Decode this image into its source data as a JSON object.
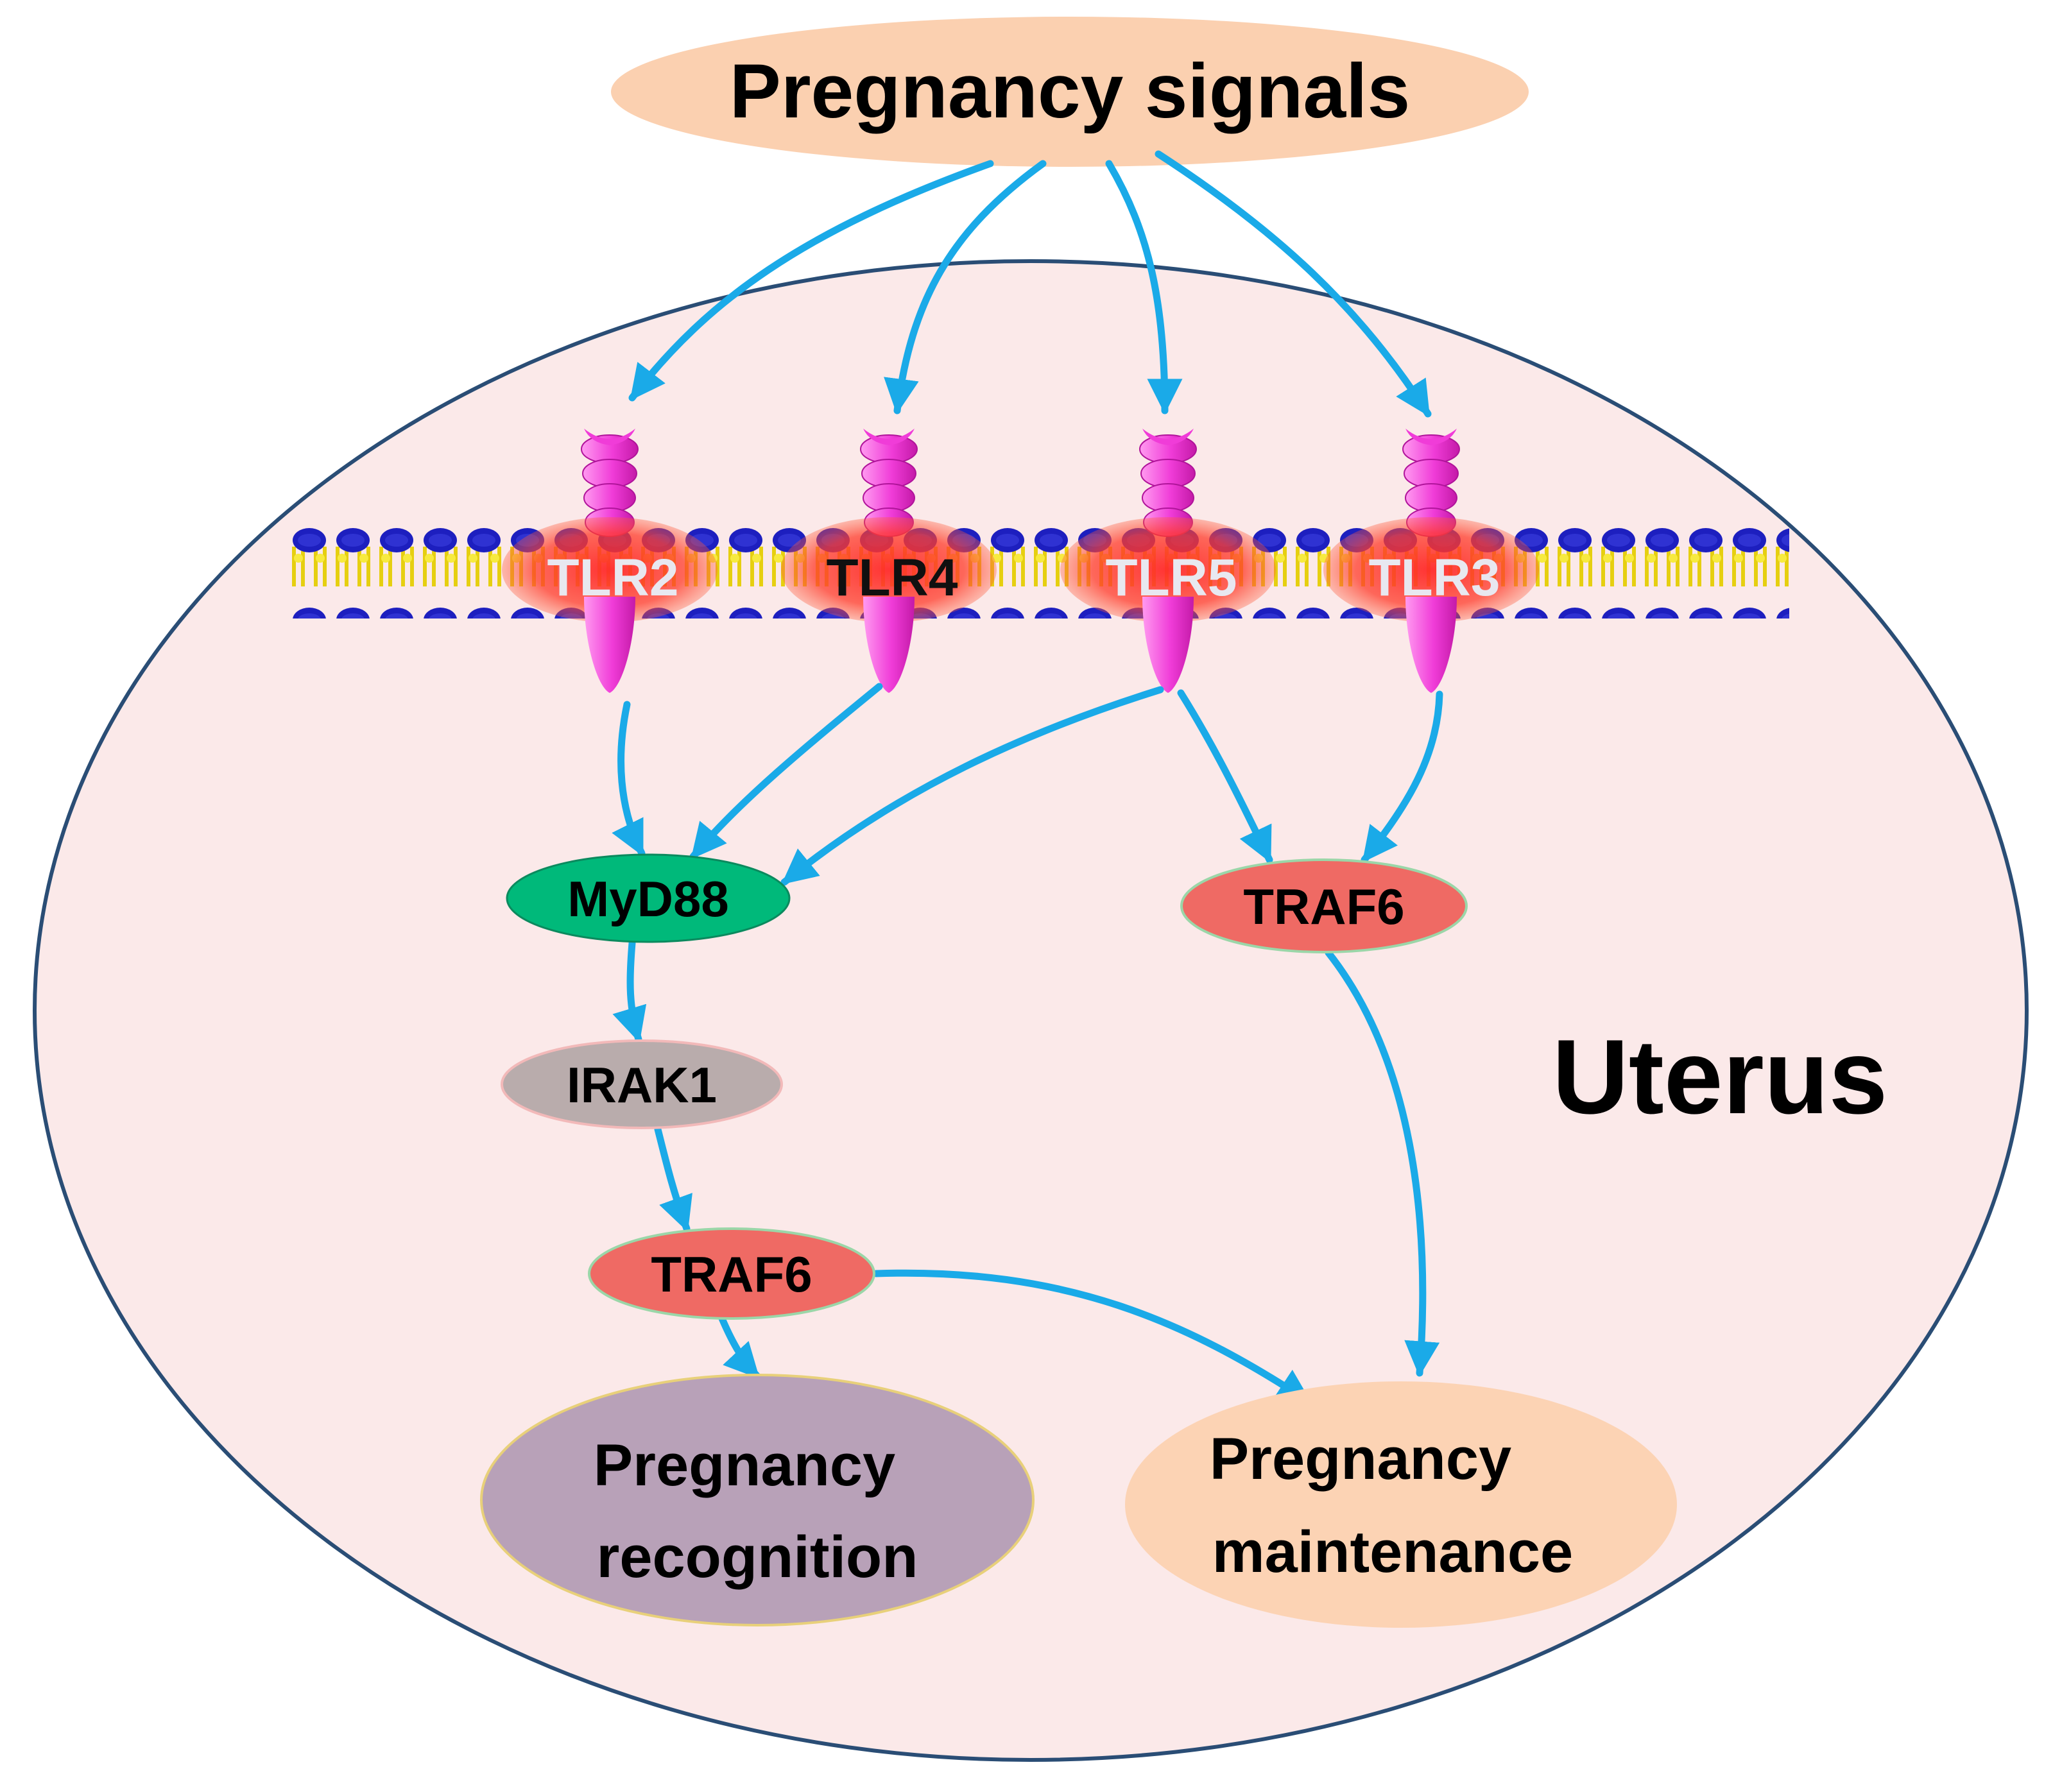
{
  "source": {
    "label": "Pregnancy signals"
  },
  "compartment": {
    "label": "Uterus"
  },
  "receptors": [
    {
      "label": "TLR2"
    },
    {
      "label": "TLR4"
    },
    {
      "label": "TLR5"
    },
    {
      "label": "TLR3"
    }
  ],
  "nodes": {
    "myd88": "MyD88",
    "traf6_right": "TRAF6",
    "irak1": "IRAK1",
    "traf6_left": "TRAF6"
  },
  "outcomes": {
    "recognition": {
      "line1": "Pregnancy",
      "line2": "recognition"
    },
    "maintenance": {
      "line1": "Pregnancy",
      "line2": "maintenance"
    }
  },
  "colors": {
    "arrow": "#1aaae8",
    "source_fill": "#fbd0b0",
    "uterus_fill": "#fbe9e9",
    "uterus_stroke": "#2a4d75",
    "myd88_fill": "#00b97a",
    "traf6_fill": "#ef6a64",
    "irak1_fill": "#b9acac",
    "recognition_fill": "#b8a1b8",
    "maintenance_fill": "#fcd3b4",
    "receptor_pink": "#f03cd8",
    "membrane_head": "#1d1fbf",
    "membrane_tail": "#f2e02a"
  },
  "edges": [
    {
      "from": "Pregnancy signals",
      "to": "TLR2"
    },
    {
      "from": "Pregnancy signals",
      "to": "TLR4"
    },
    {
      "from": "Pregnancy signals",
      "to": "TLR5"
    },
    {
      "from": "Pregnancy signals",
      "to": "TLR3"
    },
    {
      "from": "TLR2",
      "to": "MyD88"
    },
    {
      "from": "TLR4",
      "to": "MyD88"
    },
    {
      "from": "TLR5",
      "to": "MyD88"
    },
    {
      "from": "TLR5",
      "to": "TRAF6 (right)"
    },
    {
      "from": "TLR3",
      "to": "TRAF6 (right)"
    },
    {
      "from": "MyD88",
      "to": "IRAK1"
    },
    {
      "from": "IRAK1",
      "to": "TRAF6 (left)"
    },
    {
      "from": "TRAF6 (left)",
      "to": "Pregnancy recognition"
    },
    {
      "from": "TRAF6 (left)",
      "to": "Pregnancy maintenance"
    },
    {
      "from": "TRAF6 (right)",
      "to": "Pregnancy maintenance"
    }
  ]
}
